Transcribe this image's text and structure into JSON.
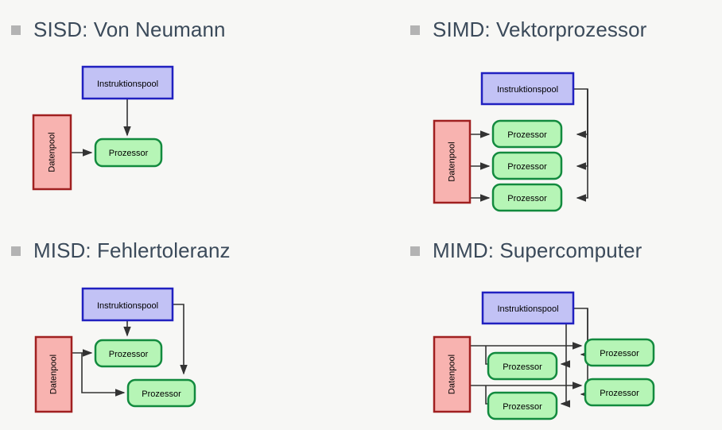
{
  "slide": {
    "background_color": "#f7f7f5",
    "bullet_color": "#b3b3b3",
    "heading_color": "#3b4a5a"
  },
  "palette": {
    "instruction_fill": "#c2c2f5",
    "instruction_stroke": "#2020c0",
    "data_fill": "#f8b3b0",
    "data_stroke": "#a02020",
    "processor_fill": "#b6f5b6",
    "processor_stroke": "#128a3e",
    "arrow_color": "#333333"
  },
  "labels": {
    "instruction_pool": "Instruktionspool",
    "data_pool": "Datenpool",
    "processor": "Prozessor"
  },
  "quadrants": [
    {
      "id": "sisd",
      "heading": "SISD: Von Neumann",
      "bullet": "square-bullet",
      "nodes": {
        "instruction_pools": 1,
        "data_pools": 1,
        "processors": 1
      }
    },
    {
      "id": "simd",
      "heading": "SIMD: Vektorprozessor",
      "bullet": "square-bullet",
      "nodes": {
        "instruction_pools": 1,
        "data_pools": 1,
        "processors": 3
      }
    },
    {
      "id": "misd",
      "heading": "MISD: Fehlertoleranz",
      "bullet": "square-bullet",
      "nodes": {
        "instruction_pools": 1,
        "data_pools": 1,
        "processors": 2
      }
    },
    {
      "id": "mimd",
      "heading": "MIMD: Supercomputer",
      "bullet": "square-bullet",
      "nodes": {
        "instruction_pools": 1,
        "data_pools": 1,
        "processors": 4
      }
    }
  ]
}
